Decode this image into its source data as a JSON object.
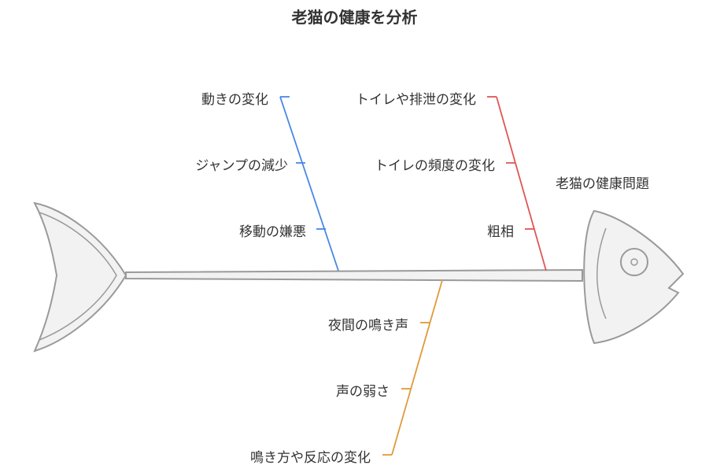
{
  "title": "老猫の健康を分析",
  "effect": "老猫の健康問題",
  "colors": {
    "category_blue": "#4a86e8",
    "category_red": "#e05656",
    "category_orange": "#e09a3a",
    "fish_stroke": "#9a9a9a",
    "fish_fill": "#f2f2f2"
  },
  "categories": [
    {
      "color": "#4a86e8",
      "causes": [
        "動きの変化",
        "ジャンプの減少",
        "移動の嫌悪"
      ]
    },
    {
      "color": "#e05656",
      "causes": [
        "トイレや排泄の変化",
        "トイレの頻度の変化",
        "粗相"
      ]
    },
    {
      "color": "#e09a3a",
      "causes": [
        "夜間の鳴き声",
        "声の弱さ",
        "鳴き方や反応の変化"
      ]
    }
  ]
}
